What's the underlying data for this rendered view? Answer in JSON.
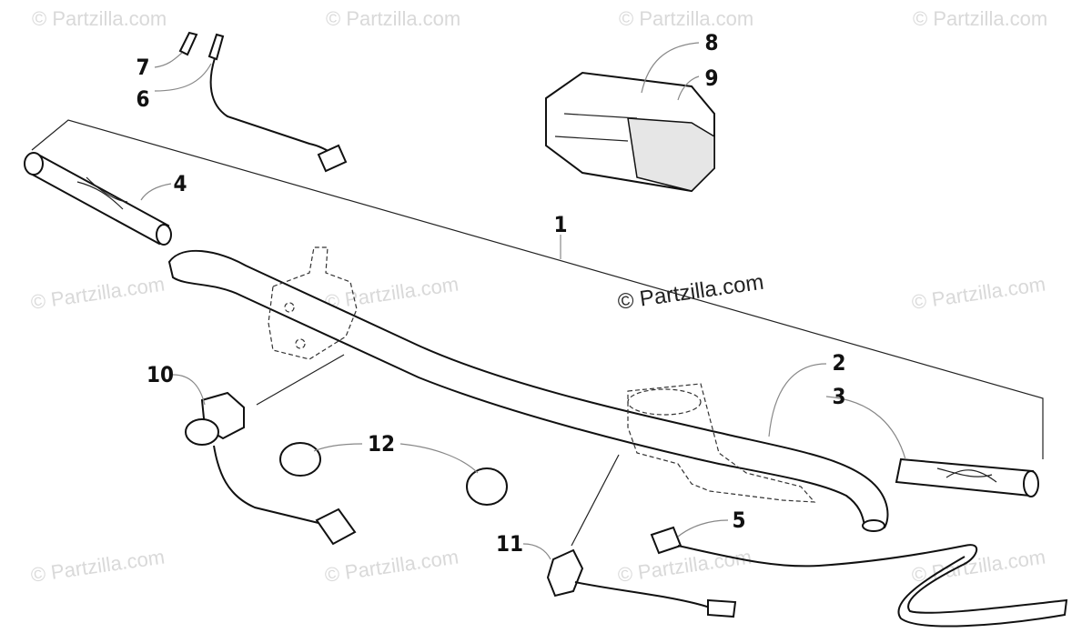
{
  "watermark": "© Partzilla.com",
  "copyright": "© Partzilla.com",
  "callouts": [
    {
      "id": "1",
      "label": "1"
    },
    {
      "id": "2",
      "label": "2"
    },
    {
      "id": "3",
      "label": "3"
    },
    {
      "id": "4",
      "label": "4"
    },
    {
      "id": "5",
      "label": "5"
    },
    {
      "id": "6",
      "label": "6"
    },
    {
      "id": "7",
      "label": "7"
    },
    {
      "id": "8",
      "label": "8"
    },
    {
      "id": "9",
      "label": "9"
    },
    {
      "id": "10",
      "label": "10"
    },
    {
      "id": "11",
      "label": "11"
    },
    {
      "id": "12",
      "label": "12"
    }
  ]
}
